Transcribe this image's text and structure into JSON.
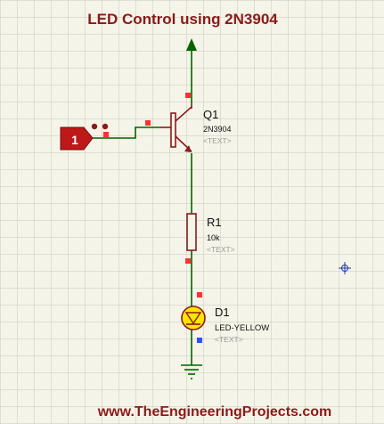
{
  "title": "LED Control using 2N3904",
  "footer": "www.TheEngineeringProjects.com",
  "input_terminal": {
    "label": "1"
  },
  "components": {
    "q1": {
      "ref": "Q1",
      "value": "2N3904",
      "text": "<TEXT>"
    },
    "r1": {
      "ref": "R1",
      "value": "10k",
      "text": "<TEXT>"
    },
    "d1": {
      "ref": "D1",
      "value": "LED-YELLOW",
      "text": "<TEXT>"
    }
  },
  "colors": {
    "background": "#f5f4e8",
    "grid": "#c9c9bb",
    "wire": "#006400",
    "component": "#8b1a1a",
    "title": "#8b1a1a",
    "pin_red": "#ff3030",
    "pin_blue": "#3050ff",
    "led_fill": "#ffe600",
    "cursor": "#1a3aa8"
  }
}
